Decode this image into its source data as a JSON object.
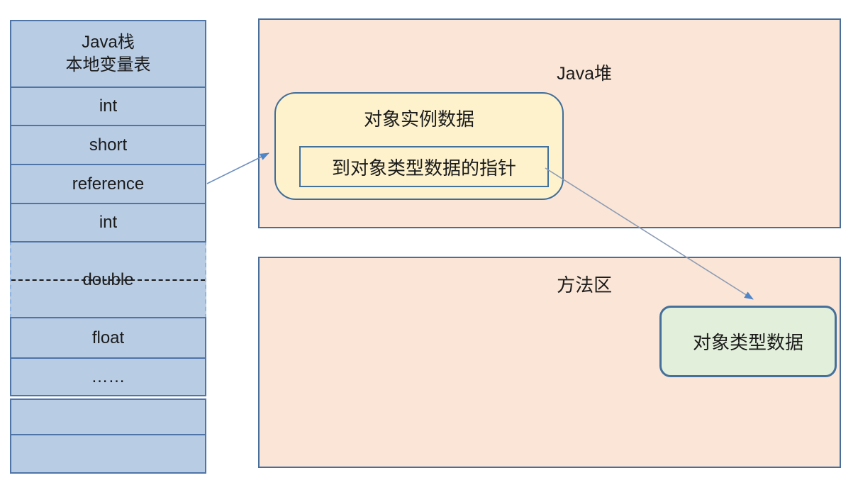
{
  "stack": {
    "title_line1": "Java栈",
    "title_line2": "本地变量表",
    "rows": [
      {
        "label": "int"
      },
      {
        "label": "short"
      },
      {
        "label": "reference"
      },
      {
        "label": "int"
      },
      {
        "label": "double"
      },
      {
        "label": "float"
      },
      {
        "label": "……"
      },
      {
        "label": ""
      },
      {
        "label": ""
      }
    ]
  },
  "heap": {
    "label": "Java堆",
    "instance_box": {
      "title": "对象实例数据",
      "pointer_label": "到对象类型数据的指针"
    }
  },
  "method_area": {
    "label": "方法区",
    "type_box": {
      "title": "对象类型数据"
    }
  },
  "colors": {
    "stack_cell_fill": "#b8cce4",
    "stack_cell_border": "#4f74a8",
    "region_fill": "#fbe5d6",
    "region_border": "#486f9c",
    "instance_box_fill": "#fdf2cc",
    "instance_box_border": "#3f6d9a",
    "type_box_fill": "#e2efda",
    "type_box_border": "#44709b",
    "arrow_line": "#7f99bd",
    "arrow_head": "#4f86c9",
    "text": "#1b1b1b"
  }
}
